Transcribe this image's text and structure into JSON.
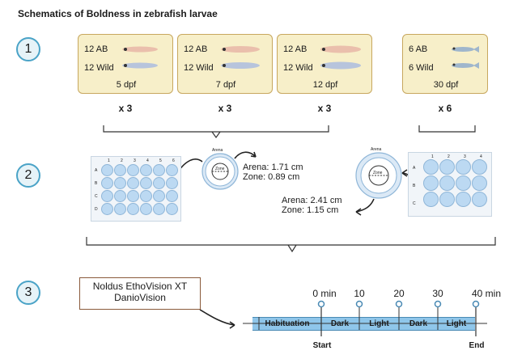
{
  "title": "Schematics of Boldness in zebrafish larvae",
  "steps": [
    "1",
    "2",
    "3"
  ],
  "groups": [
    {
      "row1": "12 AB",
      "row2": "12 Wild",
      "dpf": "5 dpf",
      "rep": "x 3"
    },
    {
      "row1": "12 AB",
      "row2": "12 Wild",
      "dpf": "7 dpf",
      "rep": "x 3"
    },
    {
      "row1": "12 AB",
      "row2": "12 Wild",
      "dpf": "12 dpf",
      "rep": "x 3"
    },
    {
      "row1": "6 AB",
      "row2": "6 Wild",
      "dpf": "30 dpf",
      "rep": "x 6"
    }
  ],
  "arena_small": {
    "label_arena": "Arena",
    "label_zone": "Zone",
    "arena_text": "Arena: 1.71 cm",
    "zone_text": "Zone: 0.89 cm"
  },
  "arena_large": {
    "label_arena": "Arena",
    "label_zone": "Zone",
    "arena_text": "Arena: 2.41 cm",
    "zone_text": "Zone: 1.15 cm"
  },
  "plate_numbers": [
    "1",
    "2",
    "3",
    "4",
    "5",
    "6"
  ],
  "plate_letters": [
    "A",
    "B",
    "C",
    "D"
  ],
  "plate_small_numbers": [
    "1",
    "2",
    "3",
    "4"
  ],
  "plate_small_letters": [
    "A",
    "B",
    "C"
  ],
  "software": {
    "line1": "Noldus EthoVision XT",
    "line2": "DanioVision"
  },
  "timeline": {
    "segments": [
      "Habituation",
      "Dark",
      "Light",
      "Dark",
      "Light"
    ],
    "ticks": [
      "0 min",
      "10",
      "20",
      "30",
      "40 min"
    ],
    "start": "Start",
    "end": "End"
  },
  "colors": {
    "group_fill": "#f7efc9",
    "group_border": "#c7a75e",
    "step_border": "#4aa3c7",
    "timeline_fill": "#8fc6ea",
    "well": "#bcd9f2"
  }
}
